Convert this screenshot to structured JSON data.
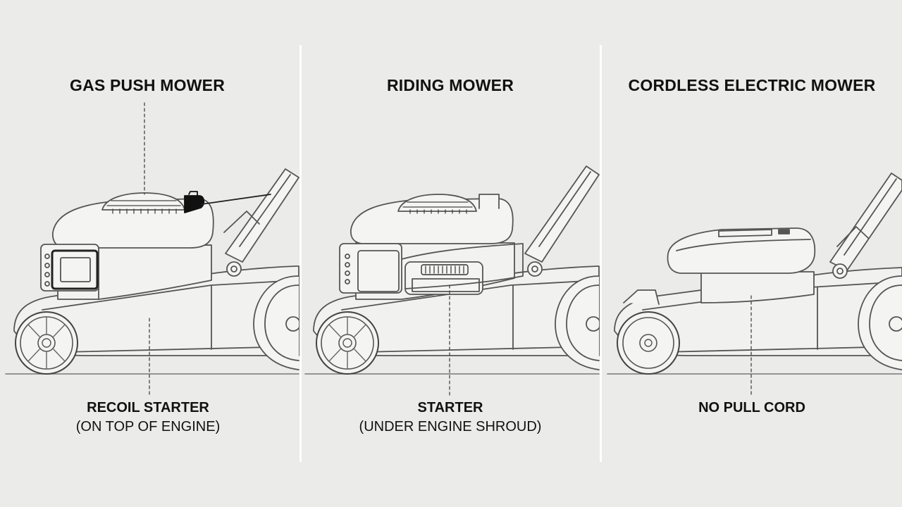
{
  "panels": [
    {
      "title": "GAS PUSH MOWER",
      "label_line1": "RECOIL STARTER",
      "label_line2": "(ON TOP OF ENGINE)"
    },
    {
      "title": "RIDING MOWER",
      "label_line1": "STARTER",
      "label_line2": "(UNDER ENGINE SHROUD)"
    },
    {
      "title": "CORDLESS ELECTRIC MOWER",
      "label_line1": "NO PULL CORD",
      "label_line2": ""
    }
  ],
  "colors": {
    "background": "#ebebea",
    "line_art": "#555555",
    "divider": "#ffffff",
    "text": "#111111"
  }
}
